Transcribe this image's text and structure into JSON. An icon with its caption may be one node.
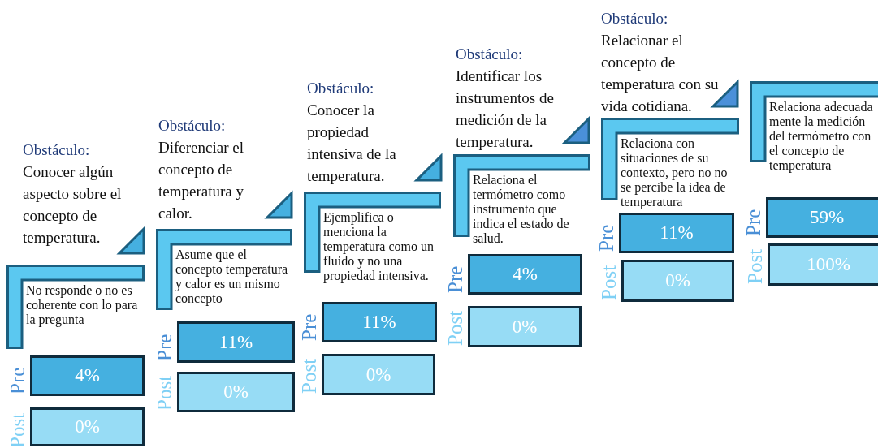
{
  "diagram": {
    "nodes": [
      {
        "text": [
          "No responde o no es coherente con lo para la pregunta"
        ]
      },
      {
        "text": [
          "4%"
        ],
        "beside": [
          "Pre"
        ]
      },
      {
        "text": [
          "0%"
        ],
        "beside": [
          "Post"
        ]
      },
      {
        "text": [
          "Asume que el concepto temperatura y calor es un mismo concepto"
        ]
      },
      {
        "text": [
          "11%"
        ],
        "beside": [
          "Pre"
        ]
      },
      {
        "text": [
          "0%"
        ],
        "beside": [
          "Post"
        ]
      },
      {
        "text": [
          "Ejemplifica o menciona la temperatura como un fluido y no una propiedad intensiva."
        ]
      },
      {
        "text": [
          "11%"
        ],
        "beside": [
          "Pre"
        ]
      },
      {
        "text": [
          "0%"
        ],
        "beside": [
          "Post"
        ]
      },
      {
        "text": [
          "Relaciona el termómetro como instrumento que indica el estado de salud."
        ]
      },
      {
        "text": [
          "4%"
        ],
        "beside": [
          "Pre"
        ]
      },
      {
        "text": [
          "0%"
        ],
        "beside": [
          "Post"
        ]
      },
      {
        "text": [
          "Relaciona con situaciones de su contexto, pero no no se percibe la idea de temperatura"
        ]
      },
      {
        "text": [
          "11%"
        ],
        "beside": [
          "Pre"
        ]
      },
      {
        "text": [
          "0%"
        ],
        "beside": [
          "Post"
        ]
      },
      {
        "text": [
          "Relaciona adecuada mente la medición del termómetro con el concepto de temperatura"
        ]
      },
      {
        "text": [
          "59%"
        ],
        "beside": [
          "Pre"
        ]
      },
      {
        "text": [
          "100%"
        ],
        "beside": [
          "Post"
        ]
      }
    ],
    "edges": [
      {
        "from": 3,
        "to": 0,
        "arrow": "to"
      },
      {
        "from": 6,
        "to": 3,
        "arrow": "to"
      },
      {
        "from": 9,
        "to": 6,
        "arrow": "to"
      },
      {
        "from": 12,
        "to": 9,
        "arrow": "to"
      },
      {
        "from": 15,
        "to": 12,
        "arrow": "to"
      }
    ],
    "labels": [
      "Obstáculo:",
      "Conocer algún aspecto sobre el concepto de temperatura.",
      "Obstáculo:",
      "Diferenciar el concepto de temperatura y calor.",
      "Obstáculo:",
      "Conocer la propiedad intensiva de la temperatura.",
      "Obstáculo:",
      "Identificar los instrumentos de medición de la temperatura.",
      "Obstáculo:",
      "Relacionar el concepto de temperatura con su vida cotidiana."
    ]
  }
}
